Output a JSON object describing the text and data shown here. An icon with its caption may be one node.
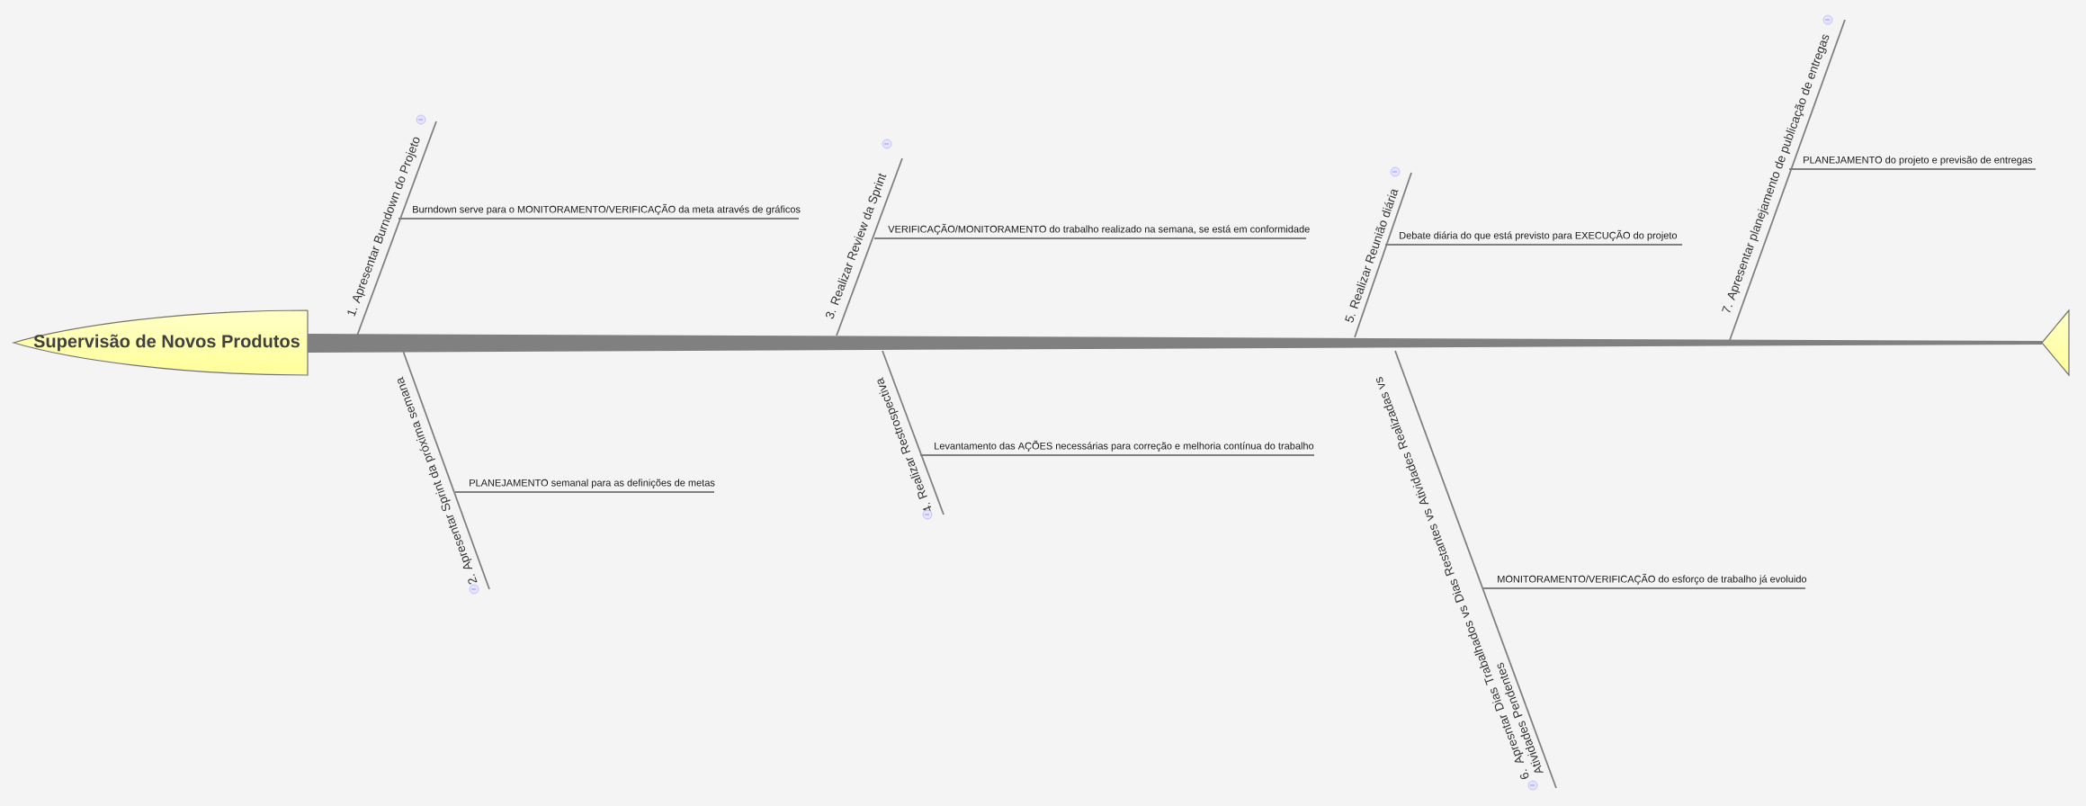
{
  "diagram": {
    "nodes": [
      {
        "text": [
          "Supervisão de Novos Produtos"
        ]
      },
      {
        "text": [],
        "shape": "bar"
      },
      {
        "text": [],
        "shape": "triangle"
      },
      {
        "text": [
          "1. Apresentar Burndown do Projeto"
        ]
      },
      {
        "text": [
          "Burndown serve para o MONITORAMENTO/VERIFICAÇÃO da meta através de gráficos"
        ]
      },
      {
        "text": [
          "2. Apresentar Sprint da próxima semana"
        ]
      },
      {
        "text": [
          "PLANEJAMENTO semanal para as definições de metas"
        ]
      },
      {
        "text": [
          "3. Realizar Review da Sprint"
        ]
      },
      {
        "text": [
          "VERIFICAÇÃO/MONITORAMENTO do trabalho realizado na semana, se está em conformidade"
        ]
      },
      {
        "text": [
          "4. Realizar Restrospectiva"
        ]
      },
      {
        "text": [
          "Levantamento das AÇÕES necessárias para correção e melhoria contínua do trabalho"
        ]
      },
      {
        "text": [
          "5. Realizar Reunião diária"
        ]
      },
      {
        "text": [
          "Debate diária do que está previsto para EXECUÇÃO do projeto"
        ]
      },
      {
        "text": [
          "6. Apresntar Dias Trabalhados vs Dias Restantes vs Atividades Realizadas vs Atividades Pendentes"
        ]
      },
      {
        "text": [
          "MONITORAMENTO/VERIFICAÇÃO do esforço de trabalho já evoluido"
        ]
      },
      {
        "text": [
          "7. Apresentar planejamento de publicação de entregas"
        ]
      },
      {
        "text": [
          "PLANEJAMENTO do projeto e previsão de entregas"
        ]
      }
    ],
    "edges": [
      {
        "from": 3,
        "to": 1,
        "arrow": "none"
      },
      {
        "from": 4,
        "to": 3,
        "arrow": "none"
      },
      {
        "from": 5,
        "to": 1,
        "arrow": "none"
      },
      {
        "from": 6,
        "to": 5,
        "arrow": "none"
      },
      {
        "from": 7,
        "to": 1,
        "arrow": "none"
      },
      {
        "from": 8,
        "to": 7,
        "arrow": "none"
      },
      {
        "from": 9,
        "to": 1,
        "arrow": "none"
      },
      {
        "from": 10,
        "to": 9,
        "arrow": "none"
      },
      {
        "from": 11,
        "to": 1,
        "arrow": "none"
      },
      {
        "from": 12,
        "to": 11,
        "arrow": "none"
      },
      {
        "from": 13,
        "to": 1,
        "arrow": "none"
      },
      {
        "from": 14,
        "to": 13,
        "arrow": "none"
      },
      {
        "from": 15,
        "to": 1,
        "arrow": "none"
      },
      {
        "from": 16,
        "to": 15,
        "arrow": "none"
      }
    ]
  }
}
